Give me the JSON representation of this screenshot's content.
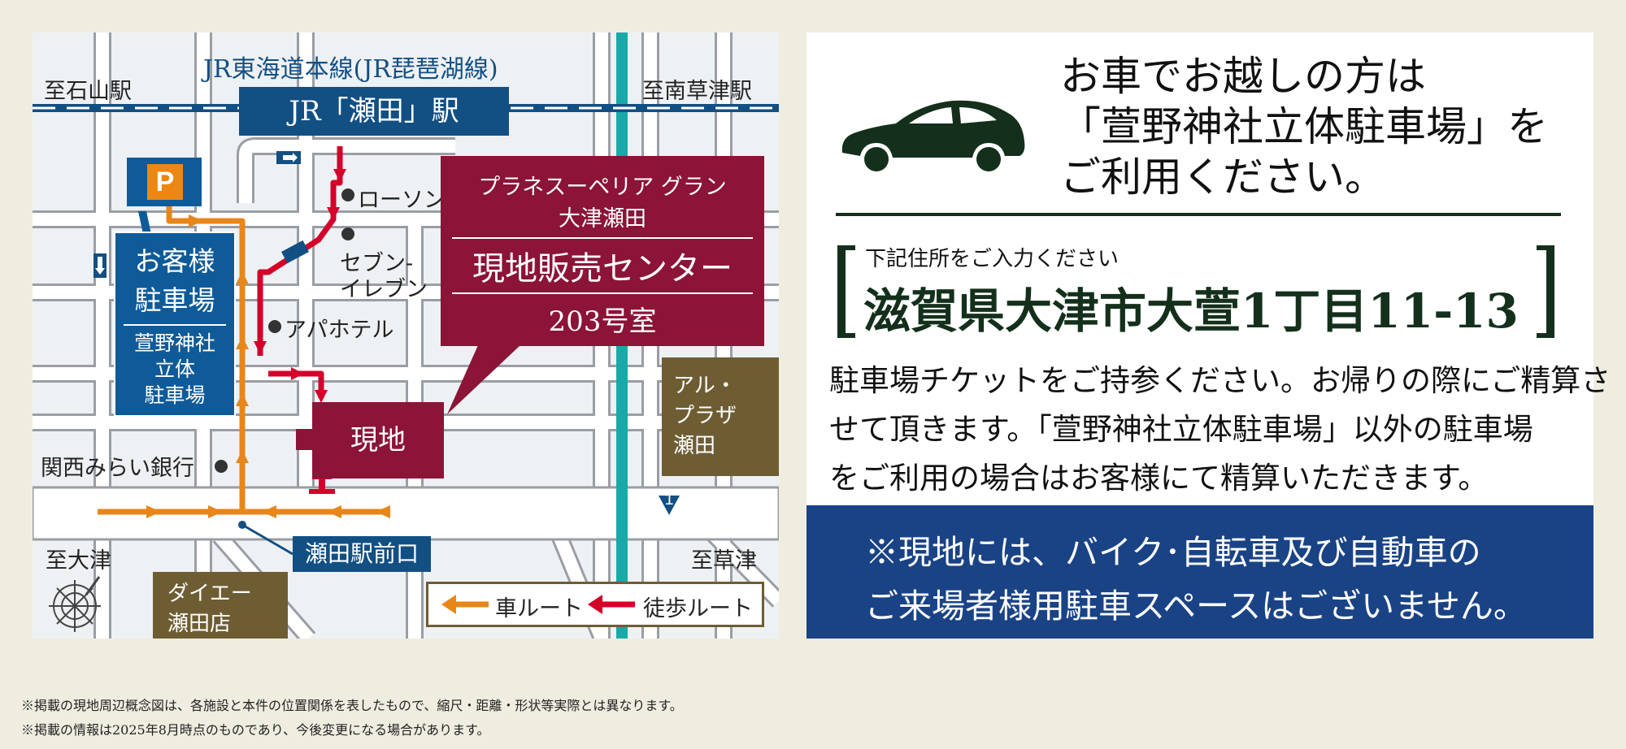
{
  "map": {
    "rail_line": "JR東海道本線(JR琵琶湖線)",
    "station": "JR「瀬田」駅",
    "direction_ishiyama": "至石山駅",
    "direction_minamikusatsu": "至南草津駅",
    "direction_otsu": "至大津",
    "direction_kusatsu": "至草津",
    "parking_symbol": "P",
    "guest_parking_title_1": "お客様",
    "guest_parking_title_2": "駐車場",
    "guest_parking_name_1": "萱野神社",
    "guest_parking_name_2": "立体",
    "guest_parking_name_3": "駐車場",
    "lawson": "ローソン",
    "seven_eleven_1": "セブン-",
    "seven_eleven_2": "イレブン",
    "apa_hotel": "アパホテル",
    "kansai_mirai_bank": "関西みらい銀行",
    "site_label": "現地",
    "al_plaza_1": "アル・",
    "al_plaza_2": "プラザ",
    "al_plaza_3": "瀬田",
    "seta_eki_mae": "瀬田駅前口",
    "daiei_1": "ダイエー",
    "daiei_2": "瀬田店",
    "route_number": "1",
    "sales_center": {
      "property_name_1": "プラネスーペリア グラン",
      "property_name_2": "大津瀬田",
      "center_name": "現地販売センター",
      "room": "203号室"
    },
    "legend": {
      "car_route": "車ルート",
      "walk_route": "徒歩ルート"
    },
    "colors": {
      "car_route": "#e8861a",
      "walk_route": "#d4002a",
      "station_blue": "#124f83",
      "site_red": "#8b1437",
      "olive": "#6e5d33",
      "teal_line": "#19a9a8"
    }
  },
  "info": {
    "car_icon": "car-icon",
    "heading_line_1": "お車でお越しの方は",
    "heading_line_2": "「萱野神社立体駐車場」を",
    "heading_line_3": "ご利用ください。",
    "address_prompt": "下記住所をご入力ください",
    "address": "滋賀県大津市大萱1丁目11-13",
    "body_line_1": "駐車場チケットをご持参ください。お帰りの際にご精算さ",
    "body_line_2": "せて頂きます。「萱野神社立体駐車場」以外の駐車場",
    "body_line_3": "をご利用の場合はお客様にて精算いただきます。",
    "notice_line_1": "※現地には、バイク･自転車及び自動車の",
    "notice_line_2": "ご来場者様用駐車スペースはございません。"
  },
  "footnotes": [
    "※掲載の現地周辺概念図は、各施設と本件の位置関係を表したもので、縮尺・距離・形状等実際とは異なります。",
    "※掲載の情報は2025年8月時点のものであり、今後変更になる場合があります。"
  ]
}
